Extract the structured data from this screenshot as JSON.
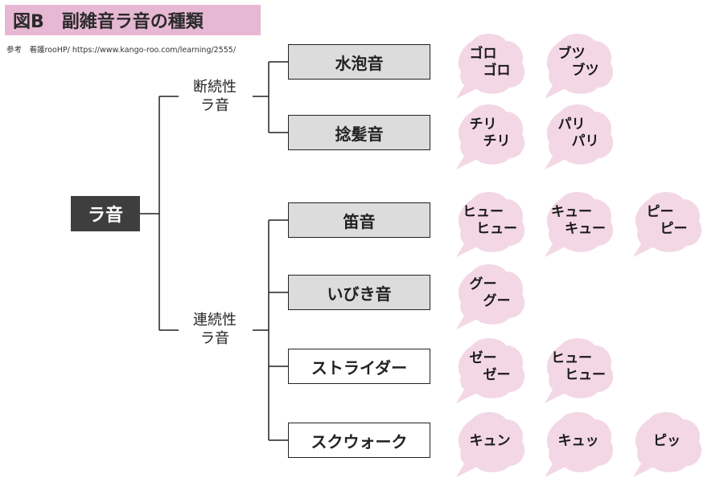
{
  "title": "図B　副雑音ラ音の種類",
  "source": "参考　看護rooHP/ https://www.kango-roo.com/learning/2555/",
  "root": {
    "label": "ラ音"
  },
  "categories": [
    {
      "line1": "断続性",
      "line2": "ラ音"
    },
    {
      "line1": "連続性",
      "line2": "ラ音"
    }
  ],
  "sounds": [
    {
      "label": "水泡音",
      "style": "gray",
      "onomatopoeia": [
        "ゴロ\n　ゴロ",
        "ブツ\n　ブツ"
      ]
    },
    {
      "label": "捻髪音",
      "style": "gray",
      "onomatopoeia": [
        "チリ\n　チリ",
        "パリ\n　パリ"
      ]
    },
    {
      "label": "笛音",
      "style": "gray",
      "onomatopoeia": [
        "ヒュー\n　ヒュー",
        "キュー\n　キュー",
        "ピー\n　ピー"
      ]
    },
    {
      "label": "いびき音",
      "style": "gray",
      "onomatopoeia": [
        "グー\n　グー"
      ]
    },
    {
      "label": "ストライダー",
      "style": "white",
      "onomatopoeia": [
        "ゼー\n　ゼー",
        "ヒュー\n　ヒュー"
      ]
    },
    {
      "label": "スクウォーク",
      "style": "white",
      "onomatopoeia": [
        "キュン",
        "キュッ",
        "ピッ"
      ]
    }
  ],
  "colors": {
    "title_bg": "#e7b8d3",
    "bubble": "#f3d7e4",
    "root_bg": "#3e3e3e",
    "box_gray": "#dcdcdc",
    "line": "#222222"
  }
}
